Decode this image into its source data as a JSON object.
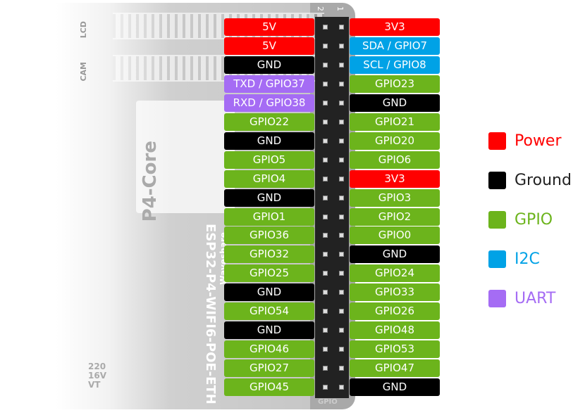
{
  "board": {
    "name": "ESP32-P4-WIFI6-POE-ETH",
    "brand": "Waveshare",
    "module": "P4-Core",
    "lcd_label": "LCD",
    "cam_label": "CAM",
    "header_label": "GPIO",
    "cap_label": "220 16V VT",
    "pin_numbers": [
      "2",
      "1"
    ]
  },
  "colors": {
    "power": "#ff0000",
    "ground": "#000000",
    "gpio": "#6cb41c",
    "i2c": "#00a2e6",
    "uart": "#a56cf4"
  },
  "pins": [
    {
      "left": {
        "label": "5V",
        "type": "power"
      },
      "right": {
        "label": "3V3",
        "type": "power"
      }
    },
    {
      "left": {
        "label": "5V",
        "type": "power"
      },
      "right": {
        "label": "SDA / GPIO7",
        "type": "i2c"
      }
    },
    {
      "left": {
        "label": "GND",
        "type": "ground"
      },
      "right": {
        "label": "SCL / GPIO8",
        "type": "i2c"
      }
    },
    {
      "left": {
        "label": "TXD / GPIO37",
        "type": "uart"
      },
      "right": {
        "label": "GPIO23",
        "type": "gpio"
      }
    },
    {
      "left": {
        "label": "RXD / GPIO38",
        "type": "uart"
      },
      "right": {
        "label": "GND",
        "type": "ground"
      }
    },
    {
      "left": {
        "label": "GPIO22",
        "type": "gpio"
      },
      "right": {
        "label": "GPIO21",
        "type": "gpio"
      }
    },
    {
      "left": {
        "label": "GND",
        "type": "ground"
      },
      "right": {
        "label": "GPIO20",
        "type": "gpio"
      }
    },
    {
      "left": {
        "label": "GPIO5",
        "type": "gpio"
      },
      "right": {
        "label": "GPIO6",
        "type": "gpio"
      }
    },
    {
      "left": {
        "label": "GPIO4",
        "type": "gpio"
      },
      "right": {
        "label": "3V3",
        "type": "power"
      }
    },
    {
      "left": {
        "label": "GND",
        "type": "ground"
      },
      "right": {
        "label": "GPIO3",
        "type": "gpio"
      }
    },
    {
      "left": {
        "label": "GPIO1",
        "type": "gpio"
      },
      "right": {
        "label": "GPIO2",
        "type": "gpio"
      }
    },
    {
      "left": {
        "label": "GPIO36",
        "type": "gpio"
      },
      "right": {
        "label": "GPIO0",
        "type": "gpio"
      }
    },
    {
      "left": {
        "label": "GPIO32",
        "type": "gpio"
      },
      "right": {
        "label": "GND",
        "type": "ground"
      }
    },
    {
      "left": {
        "label": "GPIO25",
        "type": "gpio"
      },
      "right": {
        "label": "GPIO24",
        "type": "gpio"
      }
    },
    {
      "left": {
        "label": "GND",
        "type": "ground"
      },
      "right": {
        "label": "GPIO33",
        "type": "gpio"
      }
    },
    {
      "left": {
        "label": "GPIO54",
        "type": "gpio"
      },
      "right": {
        "label": "GPIO26",
        "type": "gpio"
      }
    },
    {
      "left": {
        "label": "GND",
        "type": "ground"
      },
      "right": {
        "label": "GPIO48",
        "type": "gpio"
      }
    },
    {
      "left": {
        "label": "GPIO46",
        "type": "gpio"
      },
      "right": {
        "label": "GPIO53",
        "type": "gpio"
      }
    },
    {
      "left": {
        "label": "GPIO27",
        "type": "gpio"
      },
      "right": {
        "label": "GPIO47",
        "type": "gpio"
      }
    },
    {
      "left": {
        "label": "GPIO45",
        "type": "gpio"
      },
      "right": {
        "label": "GND",
        "type": "ground"
      }
    }
  ],
  "legend": [
    {
      "label": "Power",
      "type": "power"
    },
    {
      "label": "Ground",
      "type": "ground"
    },
    {
      "label": "GPIO",
      "type": "gpio"
    },
    {
      "label": "I2C",
      "type": "i2c"
    },
    {
      "label": "UART",
      "type": "uart"
    }
  ]
}
